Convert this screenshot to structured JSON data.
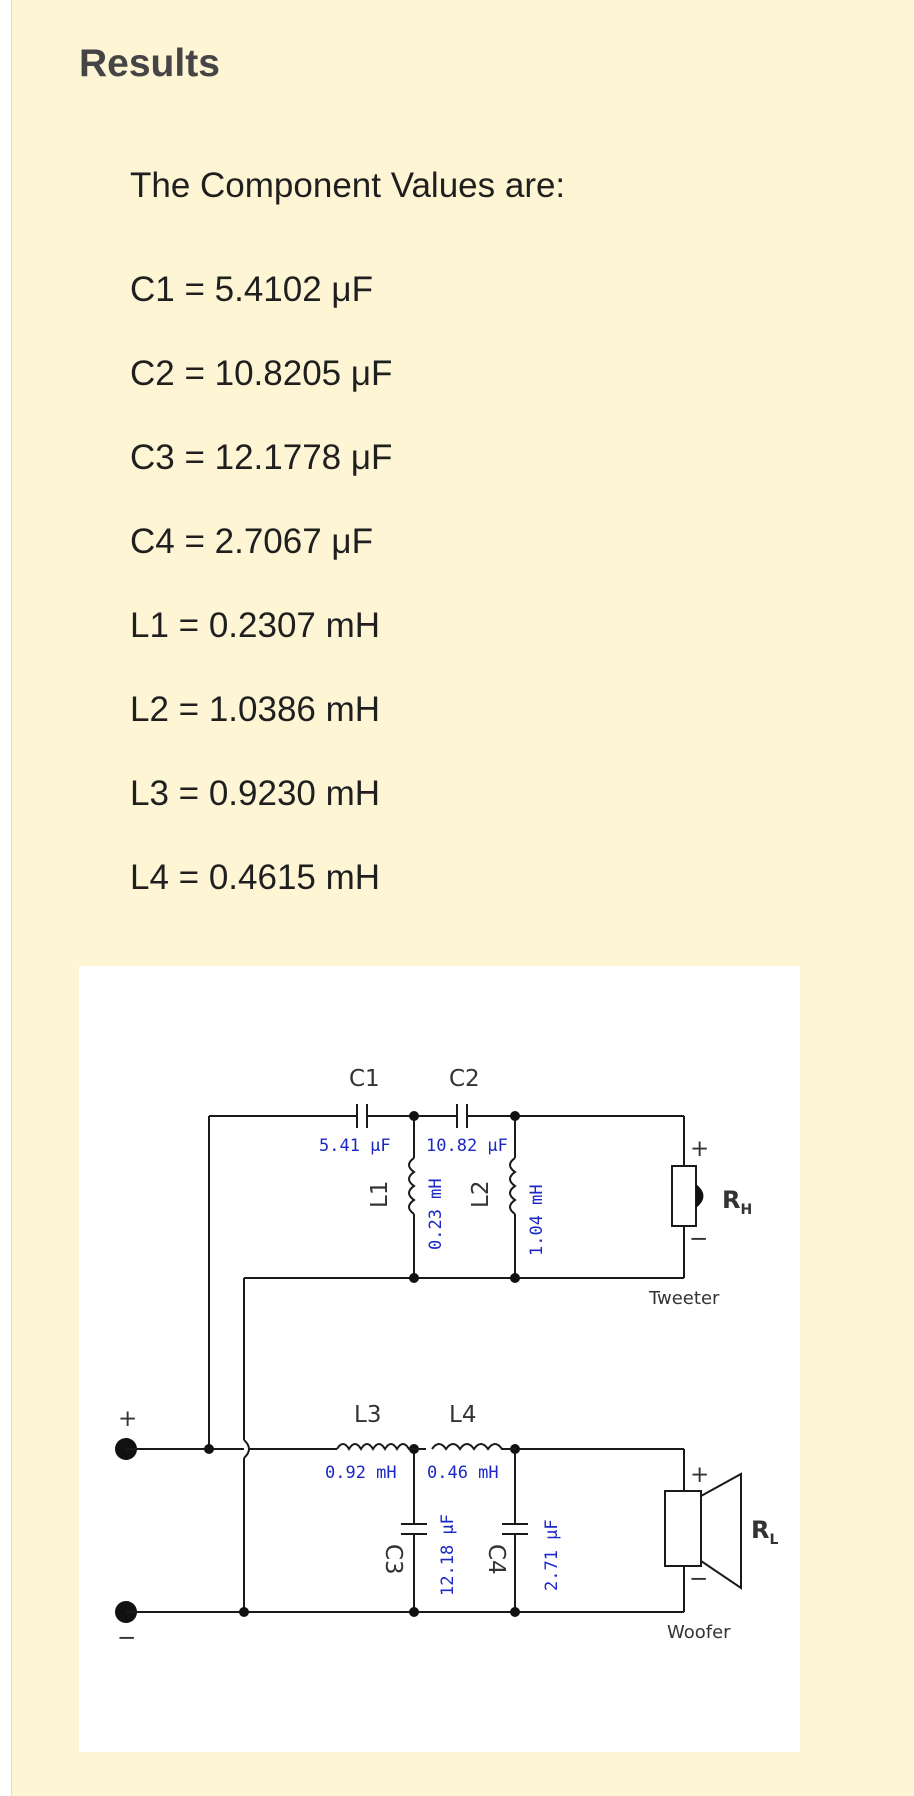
{
  "heading": "Results",
  "intro": "The Component Values are:",
  "values": [
    {
      "text": "C1 = 5.4102 μF"
    },
    {
      "text": "C2 = 10.8205 μF"
    },
    {
      "text": "C3 = 12.1778 μF"
    },
    {
      "text": "C4 = 2.7067 μF"
    },
    {
      "text": "L1 = 0.2307 mH"
    },
    {
      "text": "L2 = 1.0386 mH"
    },
    {
      "text": "L3 = 0.9230 mH"
    },
    {
      "text": "L4 = 0.4615 mH"
    }
  ],
  "diagram": {
    "c1": {
      "name": "C1",
      "value": "5.41 μF"
    },
    "c2": {
      "name": "C2",
      "value": "10.82 μF"
    },
    "l1": {
      "name": "L1",
      "value": "0.23 mH"
    },
    "l2": {
      "name": "L2",
      "value": "1.04 mH"
    },
    "l3": {
      "name": "L3",
      "value": "0.92 mH"
    },
    "l4": {
      "name": "L4",
      "value": "0.46 mH"
    },
    "c3": {
      "name": "C3",
      "value": "12.18 μF"
    },
    "c4": {
      "name": "C4",
      "value": "2.71 μF"
    },
    "tweeter": {
      "label": "Tweeter",
      "r": "R",
      "sub": "H"
    },
    "woofer": {
      "label": "Woofer",
      "r": "R",
      "sub": "L"
    },
    "plus": "+",
    "minus": "−"
  }
}
